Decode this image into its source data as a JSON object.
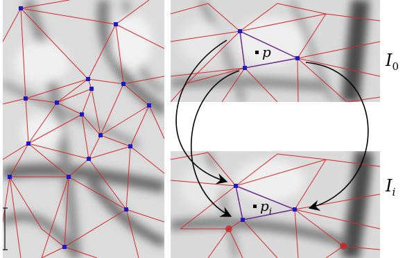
{
  "figure": {
    "panels": [
      {
        "id": "full-mesh",
        "label": ""
      },
      {
        "id": "reference-crop",
        "label": "I",
        "subscript": "0",
        "point_label": "p",
        "point_sub": ""
      },
      {
        "id": "target-crop",
        "label": "I",
        "subscript": "i",
        "point_label": "p",
        "point_sub": "i"
      }
    ],
    "colors": {
      "mesh_edge": "#d42a2a",
      "vertex": "#1a1ac8",
      "triangle_highlight": "#6a2a8a",
      "arrow": "#000000",
      "background_light": "#e2e2e2",
      "vessel_dark": "#555555"
    }
  }
}
